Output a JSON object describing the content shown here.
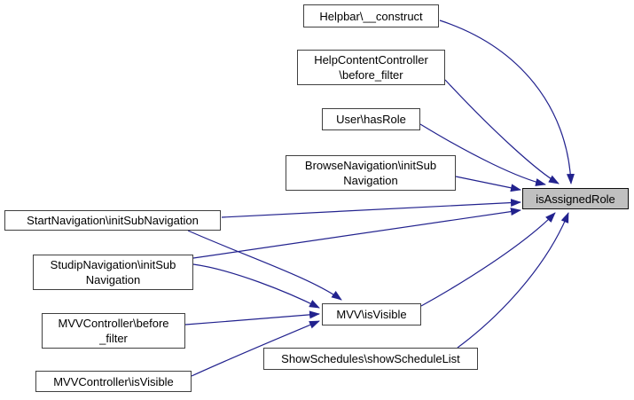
{
  "diagram": {
    "kind": "call-graph",
    "background_color": "#ffffff",
    "edge_color": "#22228e",
    "node_border_color": "#404040",
    "node_fill_color": "#ffffff",
    "highlight_fill_color": "#c0c0c0",
    "nodes": [
      {
        "id": "helpbar-construct",
        "label": "Helpbar\\__construct",
        "highlighted": false
      },
      {
        "id": "helpcontent-before-filter",
        "label": "HelpContentController\n\\before_filter",
        "highlighted": false
      },
      {
        "id": "user-hasrole",
        "label": "User\\hasRole",
        "highlighted": false
      },
      {
        "id": "browse-initsubnav",
        "label": "BrowseNavigation\\initSub\nNavigation",
        "highlighted": false
      },
      {
        "id": "isassignedrole",
        "label": "isAssignedRole",
        "highlighted": true
      },
      {
        "id": "start-initsubnav",
        "label": "StartNavigation\\initSubNavigation",
        "highlighted": false
      },
      {
        "id": "studip-initsubnav",
        "label": "StudipNavigation\\initSub\nNavigation",
        "highlighted": false
      },
      {
        "id": "mvvcontroller-before-filter",
        "label": "MVVController\\before\n_filter",
        "highlighted": false
      },
      {
        "id": "mvv-isvisible",
        "label": "MVV\\isVisible",
        "highlighted": false
      },
      {
        "id": "showschedules-showschedulelist",
        "label": "ShowSchedules\\showScheduleList",
        "highlighted": false
      },
      {
        "id": "mvvcontroller-isvisible",
        "label": "MVVController\\isVisible",
        "highlighted": false
      }
    ],
    "edges": [
      {
        "from": "helpbar-construct",
        "to": "isassignedrole"
      },
      {
        "from": "helpcontent-before-filter",
        "to": "isassignedrole"
      },
      {
        "from": "user-hasrole",
        "to": "isassignedrole"
      },
      {
        "from": "browse-initsubnav",
        "to": "isassignedrole"
      },
      {
        "from": "start-initsubnav",
        "to": "isassignedrole"
      },
      {
        "from": "studip-initsubnav",
        "to": "isassignedrole"
      },
      {
        "from": "mvv-isvisible",
        "to": "isassignedrole"
      },
      {
        "from": "showschedules-showschedulelist",
        "to": "isassignedrole"
      },
      {
        "from": "start-initsubnav",
        "to": "mvv-isvisible"
      },
      {
        "from": "studip-initsubnav",
        "to": "mvv-isvisible"
      },
      {
        "from": "mvvcontroller-before-filter",
        "to": "mvv-isvisible"
      },
      {
        "from": "mvvcontroller-isvisible",
        "to": "mvv-isvisible"
      }
    ]
  }
}
